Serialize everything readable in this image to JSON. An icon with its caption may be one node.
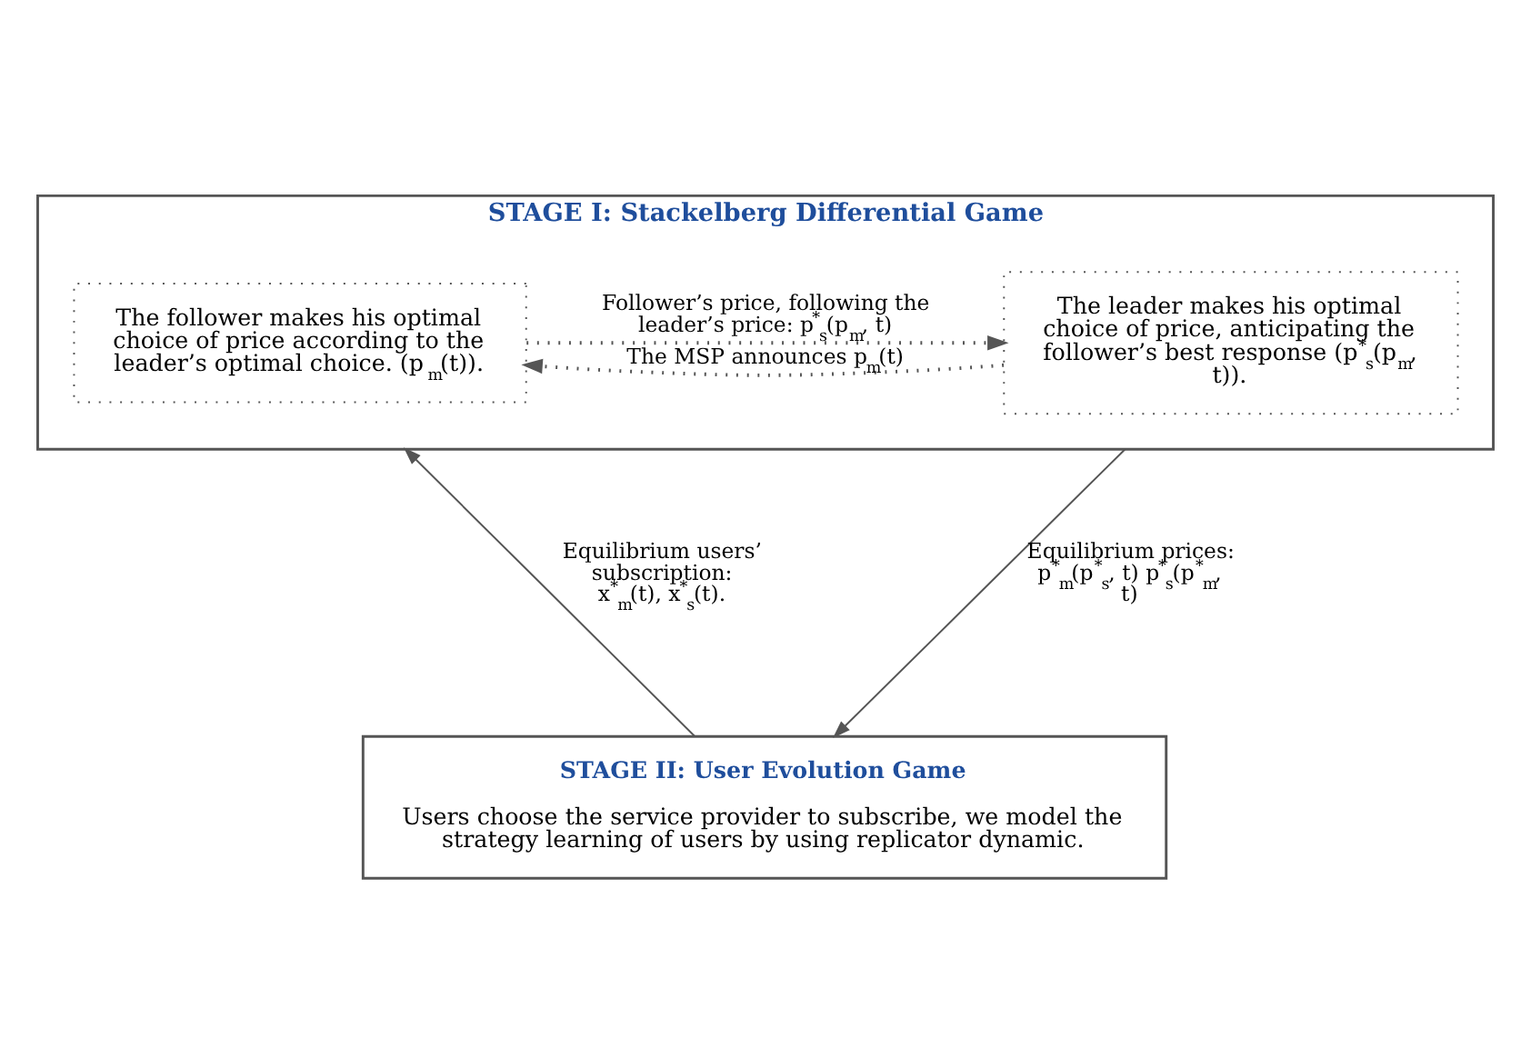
{
  "diagram": {
    "nodes": [
      {
        "text": [
          "STAGE I: Stackelberg Differential Game"
        ]
      },
      {
        "text": [
          "The leader makes his optimal choice of price, anticipating the follower’s best response (p$^{*}$$_{s}$(p$_{m}$, t))."
        ],
        "in": 0
      },
      {
        "text": [
          "The follower makes his optimal choice of price according to the leader’s optimal choice. (p$_{m}$(t))."
        ],
        "in": 0
      },
      {
        "text": [
          "STAGE II: User Evolution Game",
          "Users choose the service provider to subscribe, we model the strategy learning of users by using replicator dynamic."
        ]
      }
    ],
    "edges": [
      {
        "from": 1,
        "to": 2,
        "arrow": "to",
        "label": "The MSP announces p$_{m}$(t)",
        "style": "dashed"
      },
      {
        "from": 2,
        "to": 1,
        "arrow": "to",
        "label": "Follower’s price, following the leader’s price: p$^{*}$$_{s}$(p$_{m}$, t)",
        "style": "dashed"
      },
      {
        "from": 0,
        "to": 3,
        "arrow": "to",
        "label": "Equilibrium prices: p$^{*}$$_{m}$(p$^{*}$$_{s}$, t) p$^{*}$$_{s}$(p$^{*}$$_{m}$, t)"
      },
      {
        "from": 3,
        "to": 0,
        "arrow": "to",
        "label": "Equilibrium users’ subscription: x$^{*}$$_{m}$(t), x$^{*}$$_{s}$(t)."
      }
    ]
  }
}
